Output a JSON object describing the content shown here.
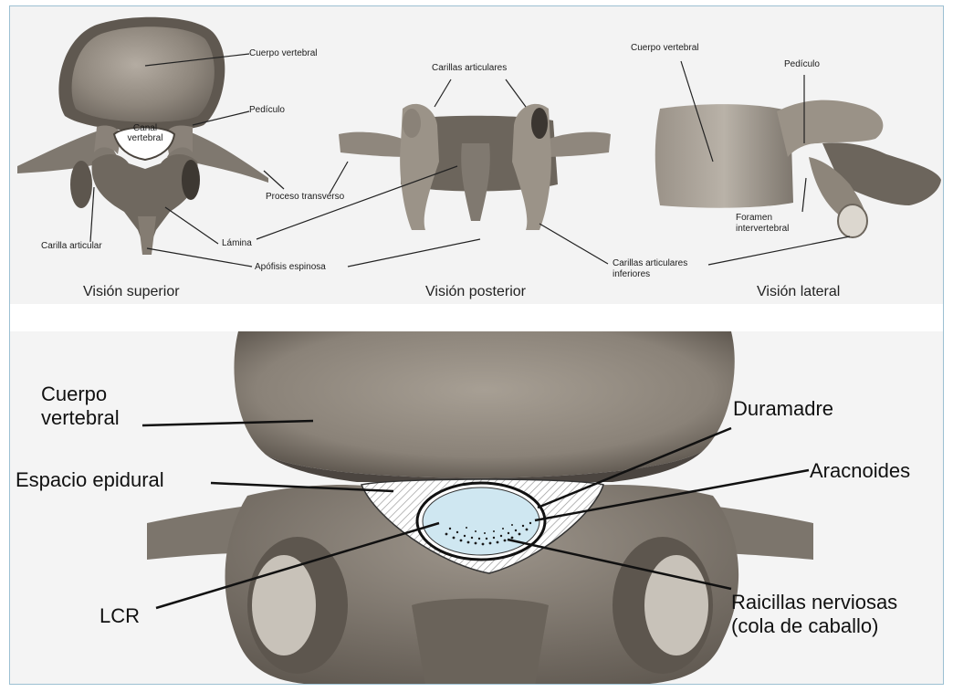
{
  "top": {
    "views": {
      "superior": "Visión superior",
      "posterior": "Visión posterior",
      "lateral": "Visión lateral"
    },
    "labels": {
      "cuerpo_vertebral_sup": "Cuerpo vertebral",
      "pediculo_sup": "Pedículo",
      "canal_line1": "Canal",
      "canal_line2": "vertebral",
      "proceso_transverso": "Proceso transverso",
      "carilla_articular": "Carilla articular",
      "lamina": "Lámina",
      "apofisis_espinosa": "Apófisis espinosa",
      "carillas_articulares": "Carillas articulares",
      "cuerpo_vertebral_lat": "Cuerpo vertebral",
      "pediculo_lat": "Pedículo",
      "foramen_line1": "Foramen",
      "foramen_line2": "intervertebral",
      "carillas_inf_line1": "Carillas articulares",
      "carillas_inf_line2": "inferiores"
    }
  },
  "bottom": {
    "labels": {
      "cuerpo_line1": "Cuerpo",
      "cuerpo_line2": "vertebral",
      "espacio_epidural": "Espacio epidural",
      "duramadre": "Duramadre",
      "aracnoides": "Aracnoides",
      "lcr": "LCR",
      "raicillas_line1": "Raicillas nerviosas",
      "raicillas_line2": "(cola de caballo)"
    }
  }
}
